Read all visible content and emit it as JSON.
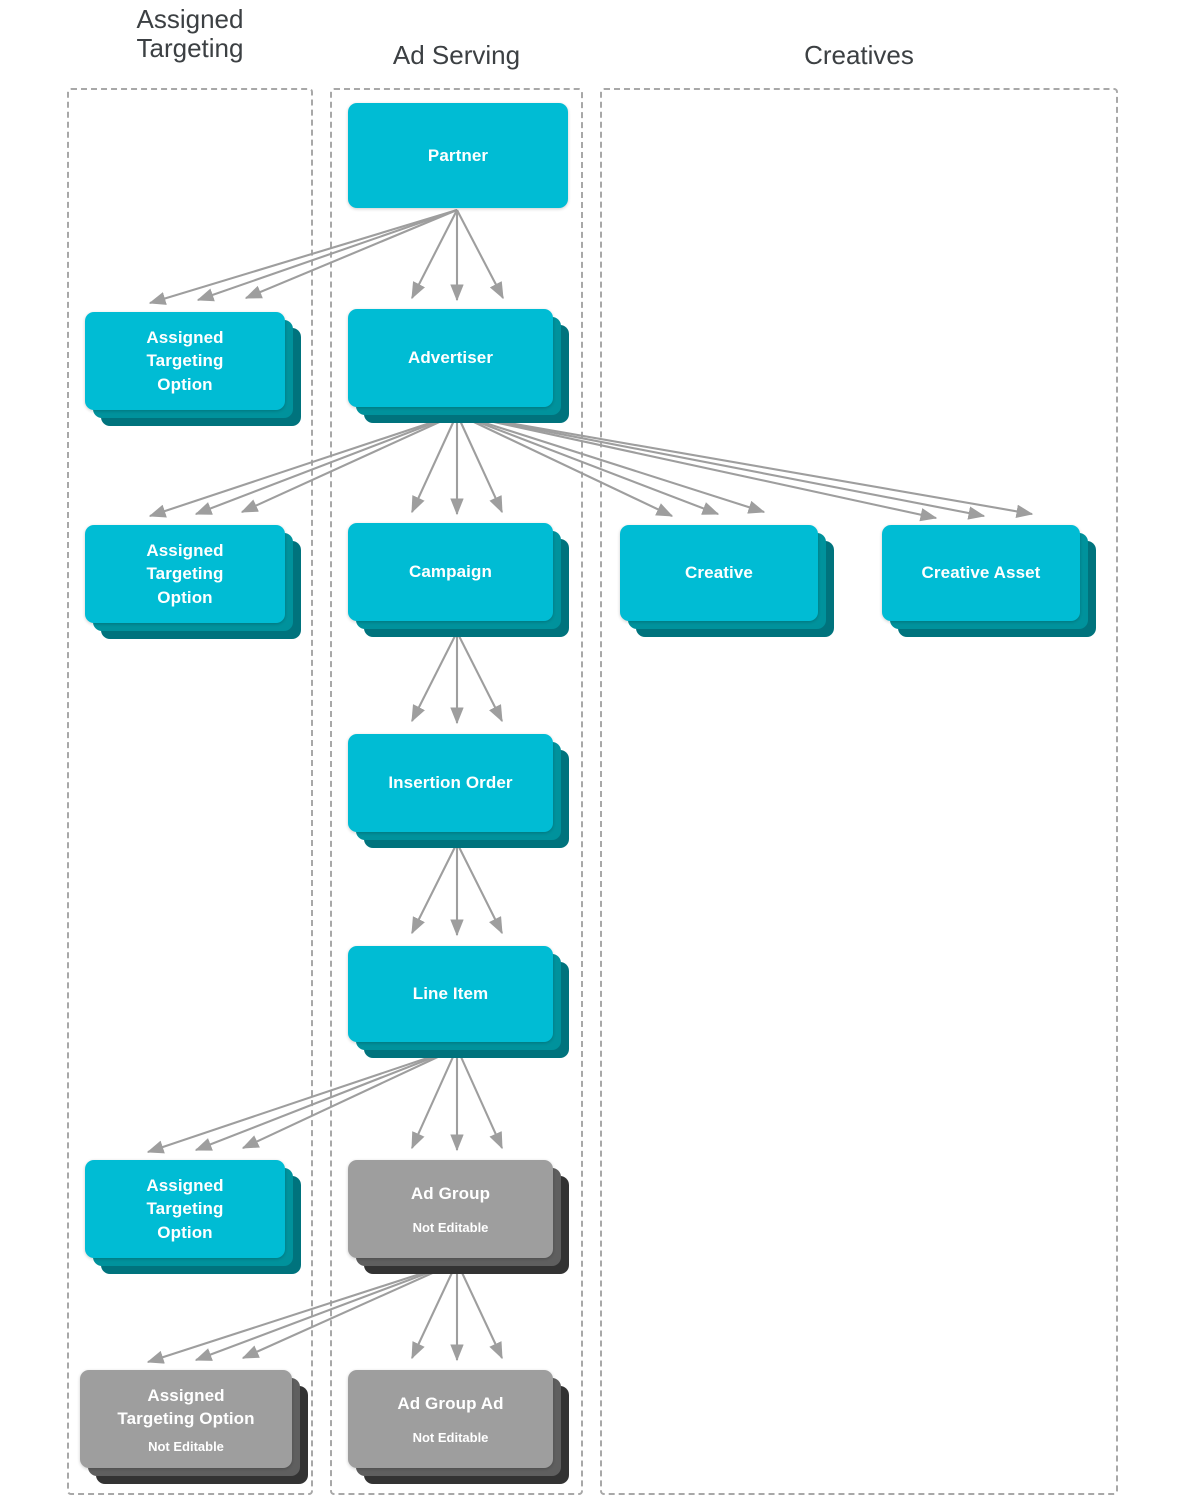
{
  "diagram": {
    "title_colors": {
      "card_cyan": "#00bcd4",
      "card_cyan_stack_mid": "#00929c",
      "card_cyan_stack_back": "#00737d",
      "card_gray": "#9e9e9e",
      "card_gray_stack_mid": "#5f5f5f",
      "card_gray_stack_back": "#333333",
      "edge_gray": "#9e9e9e",
      "dashed_border": "#a8a8a8",
      "header_text": "#3c4043"
    },
    "columns": [
      {
        "id": "assigned-targeting",
        "label": "Assigned\nTargeting",
        "label_line1": "Assigned",
        "label_line2": "Targeting"
      },
      {
        "id": "ad-serving",
        "label": "Ad Serving",
        "label_line1": "Ad Serving",
        "label_line2": ""
      },
      {
        "id": "creatives",
        "label": "Creatives",
        "label_line1": "Creatives",
        "label_line2": ""
      }
    ],
    "nodes": [
      {
        "id": "partner",
        "column": "ad-serving",
        "label": "Partner",
        "lines": [
          "Partner"
        ],
        "sublabel": "",
        "style": "cyan",
        "stacked": false
      },
      {
        "id": "ato-1",
        "column": "assigned-targeting",
        "label": "Assigned Targeting Option",
        "lines": [
          "Assigned",
          "Targeting",
          "Option"
        ],
        "sublabel": "",
        "style": "cyan",
        "stacked": true
      },
      {
        "id": "advertiser",
        "column": "ad-serving",
        "label": "Advertiser",
        "lines": [
          "Advertiser"
        ],
        "sublabel": "",
        "style": "cyan",
        "stacked": true
      },
      {
        "id": "ato-2",
        "column": "assigned-targeting",
        "label": "Assigned Targeting Option",
        "lines": [
          "Assigned",
          "Targeting",
          "Option"
        ],
        "sublabel": "",
        "style": "cyan",
        "stacked": true
      },
      {
        "id": "campaign",
        "column": "ad-serving",
        "label": "Campaign",
        "lines": [
          "Campaign"
        ],
        "sublabel": "",
        "style": "cyan",
        "stacked": true
      },
      {
        "id": "creative",
        "column": "creatives",
        "label": "Creative",
        "lines": [
          "Creative"
        ],
        "sublabel": "",
        "style": "cyan",
        "stacked": true
      },
      {
        "id": "creative-asset",
        "column": "creatives",
        "label": "Creative Asset",
        "lines": [
          "Creative Asset"
        ],
        "sublabel": "",
        "style": "cyan",
        "stacked": true
      },
      {
        "id": "insertion-order",
        "column": "ad-serving",
        "label": "Insertion Order",
        "lines": [
          "Insertion Order"
        ],
        "sublabel": "",
        "style": "cyan",
        "stacked": true
      },
      {
        "id": "line-item",
        "column": "ad-serving",
        "label": "Line Item",
        "lines": [
          "Line Item"
        ],
        "sublabel": "",
        "style": "cyan",
        "stacked": true
      },
      {
        "id": "ato-3",
        "column": "assigned-targeting",
        "label": "Assigned Targeting Option",
        "lines": [
          "Assigned",
          "Targeting",
          "Option"
        ],
        "sublabel": "",
        "style": "cyan",
        "stacked": true
      },
      {
        "id": "ad-group",
        "column": "ad-serving",
        "label": "Ad Group",
        "lines": [
          "Ad Group"
        ],
        "sublabel": "Not Editable",
        "style": "gray",
        "stacked": true
      },
      {
        "id": "ato-4",
        "column": "assigned-targeting",
        "label": "Assigned Targeting Option",
        "lines": [
          "Assigned",
          "Targeting Option"
        ],
        "sublabel": "Not Editable",
        "style": "gray",
        "stacked": true
      },
      {
        "id": "ad-group-ad",
        "column": "ad-serving",
        "label": "Ad Group Ad",
        "lines": [
          "Ad Group Ad"
        ],
        "sublabel": "Not Editable",
        "style": "gray",
        "stacked": true
      }
    ],
    "edges": [
      {
        "from": "partner",
        "to": "ato-1"
      },
      {
        "from": "partner",
        "to": "advertiser"
      },
      {
        "from": "advertiser",
        "to": "ato-2"
      },
      {
        "from": "advertiser",
        "to": "campaign"
      },
      {
        "from": "advertiser",
        "to": "creative"
      },
      {
        "from": "advertiser",
        "to": "creative-asset"
      },
      {
        "from": "campaign",
        "to": "insertion-order"
      },
      {
        "from": "insertion-order",
        "to": "line-item"
      },
      {
        "from": "line-item",
        "to": "ato-3"
      },
      {
        "from": "line-item",
        "to": "ad-group"
      },
      {
        "from": "ad-group",
        "to": "ato-4"
      },
      {
        "from": "ad-group",
        "to": "ad-group-ad"
      }
    ]
  }
}
